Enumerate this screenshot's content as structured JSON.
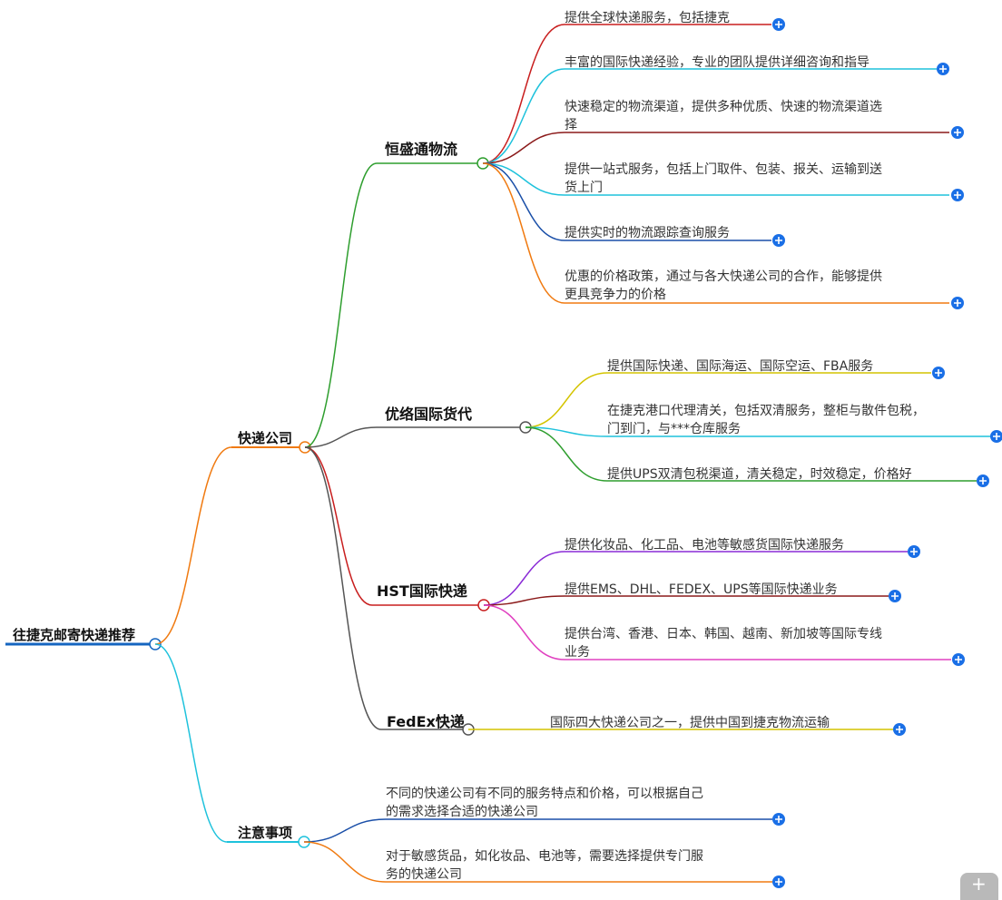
{
  "root": {
    "label": "往捷克邮寄快递推荐"
  },
  "branches": [
    {
      "label": "快递公司",
      "companies": [
        {
          "label": "恒盛通物流",
          "items": [
            {
              "lines": [
                "提供全球快递服务，包括捷克"
              ]
            },
            {
              "lines": [
                "丰富的国际快递经验，专业的团队提供详细咨询和指导"
              ]
            },
            {
              "lines": [
                "快速稳定的物流渠道，提供多种优质、快速的物流渠道选",
                "择"
              ]
            },
            {
              "lines": [
                "提供一站式服务，包括上门取件、包装、报关、运输到送",
                "货上门"
              ]
            },
            {
              "lines": [
                "提供实时的物流跟踪查询服务"
              ]
            },
            {
              "lines": [
                "优惠的价格政策，通过与各大快递公司的合作，能够提供",
                "更具竞争力的价格"
              ]
            }
          ]
        },
        {
          "label": "优络国际货代",
          "items": [
            {
              "lines": [
                "提供国际快递、国际海运、国际空运、FBA服务"
              ]
            },
            {
              "lines": [
                "在捷克港口代理清关，包括双清服务，整柜与散件包税，",
                "门到门，与***仓库服务"
              ]
            },
            {
              "lines": [
                "提供UPS双清包税渠道，清关稳定，时效稳定，价格好"
              ]
            }
          ]
        },
        {
          "label": "HST国际快递",
          "items": [
            {
              "lines": [
                "提供化妆品、化工品、电池等敏感货国际快递服务"
              ]
            },
            {
              "lines": [
                "提供EMS、DHL、FEDEX、UPS等国际快递业务"
              ]
            },
            {
              "lines": [
                "提供台湾、香港、日本、韩国、越南、新加坡等国际专线",
                "业务"
              ]
            }
          ]
        },
        {
          "label": "FedEx快递",
          "items": [
            {
              "lines": [
                "国际四大快递公司之一，提供中国到捷克物流运输"
              ]
            }
          ]
        }
      ]
    },
    {
      "label": "注意事项",
      "items": [
        {
          "lines": [
            "不同的快递公司有不同的服务特点和价格，可以根据自己",
            "的需求选择合适的快递公司"
          ]
        },
        {
          "lines": [
            "对于敏感货品，如化妆品、电池等，需要选择提供专门服",
            "务的快递公司"
          ]
        }
      ]
    }
  ],
  "colors": {
    "root_line": "#1565c0",
    "branch_company": "#f07a10",
    "branch_notes": "#1ec2dc",
    "company_hst": "#2e9e2e",
    "company_youluo": "#555555",
    "company_hstexpress": "#c81e1e",
    "company_fedex": "#555555",
    "expand_button": "#1a6fe6",
    "hst_items": [
      "#c81e1e",
      "#1ec2dc",
      "#8b1a1a",
      "#1ec2dc",
      "#1a4fa8",
      "#f07a10"
    ],
    "youluo_items": [
      "#d4c400",
      "#1ec2dc",
      "#2e9e2e"
    ],
    "hstexpress_items": [
      "#8a2bd6",
      "#8b1a1a",
      "#e040c0"
    ],
    "fedex_items": [
      "#d4c400"
    ],
    "notes_items": [
      "#1a4fa8",
      "#f07a10"
    ]
  },
  "corner_button": {
    "icon": "expand-plus-icon",
    "glyph": "+"
  }
}
